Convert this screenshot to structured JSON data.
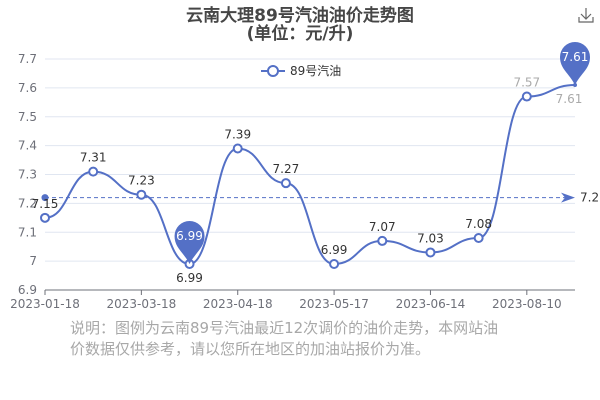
{
  "chart_data": {
    "type": "line",
    "title": "云南大理89号汽油油价走势图",
    "subtitle": "(单位：元/升)",
    "legend": {
      "label": "89号汽油",
      "placement": "top-center"
    },
    "x": [
      "2023-01-18",
      "",
      "2023-03-18",
      "",
      "2023-04-18",
      "",
      "2023-05-17",
      "",
      "2023-06-14",
      "",
      "2023-08-10",
      ""
    ],
    "x_tick_labels": [
      "2023-01-18",
      "2023-03-18",
      "2023-04-18",
      "2023-05-17",
      "2023-06-14",
      "2023-08-10"
    ],
    "series": [
      {
        "name": "89号汽油",
        "values": [
          7.15,
          7.31,
          7.23,
          6.99,
          7.39,
          7.27,
          6.99,
          7.07,
          7.03,
          7.08,
          7.57,
          7.61
        ]
      }
    ],
    "value_labels": [
      "7.15",
      "7.31",
      "7.23",
      "6.99",
      "7.39",
      "7.27",
      "6.99",
      "7.07",
      "7.03",
      "7.08",
      "7.57",
      "7.61"
    ],
    "ylim": [
      6.9,
      7.7
    ],
    "y_ticks": [
      "6.9",
      "7",
      "7.1",
      "7.2",
      "7.3",
      "7.4",
      "7.5",
      "7.6",
      "7.7"
    ],
    "grid": true,
    "mark_points": [
      {
        "type": "min",
        "label": "6.99",
        "index": 3
      },
      {
        "type": "max",
        "label": "7.61",
        "index": 11
      }
    ],
    "mark_line": {
      "type": "average",
      "value": 7.22,
      "label": "7.2"
    },
    "color": "#5470c6"
  },
  "toolbar": {
    "download_icon": "download-icon"
  },
  "note": "说明：图例为云南89号汽油最近12次调价的油价走势，本网站油价数据仅供参考，请以您所在地区的加油站报价为准。"
}
